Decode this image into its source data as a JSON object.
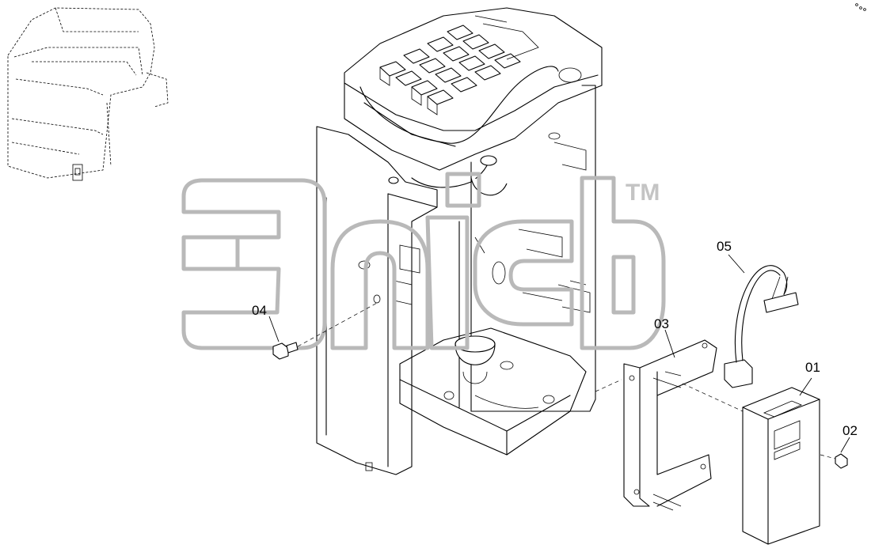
{
  "diagram": {
    "watermark": {
      "text": "TM"
    },
    "callouts": [
      {
        "id": "01",
        "label": "01"
      },
      {
        "id": "02",
        "label": "02"
      },
      {
        "id": "03",
        "label": "03"
      },
      {
        "id": "04",
        "label": "04"
      },
      {
        "id": "05",
        "label": "05"
      }
    ],
    "colors": {
      "line": "#000000",
      "watermark": "#b9b9b9",
      "background": "#ffffff"
    }
  }
}
